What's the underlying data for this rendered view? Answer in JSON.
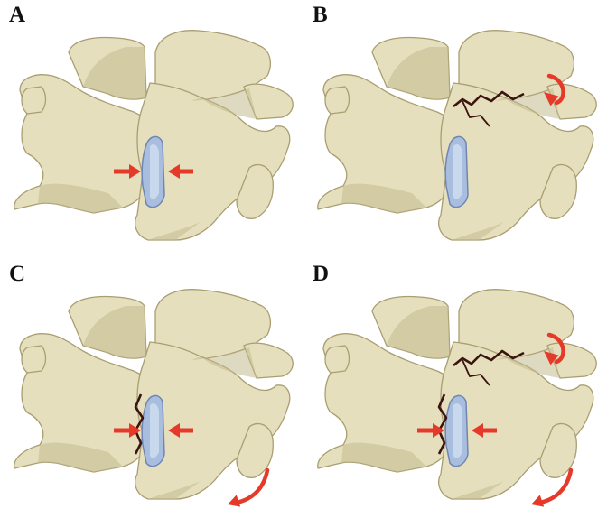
{
  "figure": {
    "panels": [
      {
        "label": "A",
        "disc": "intact",
        "crack_upper": false,
        "crack_lower": false,
        "compression_arrows": true,
        "rotation_arrow": "none"
      },
      {
        "label": "B",
        "disc": "intact",
        "crack_upper": true,
        "crack_lower": false,
        "compression_arrows": false,
        "rotation_arrow": "upper-right"
      },
      {
        "label": "C",
        "disc": "intact",
        "crack_upper": false,
        "crack_lower": true,
        "compression_arrows": true,
        "rotation_arrow": "lower-right"
      },
      {
        "label": "D",
        "disc": "intact",
        "crack_upper": true,
        "crack_lower": true,
        "compression_arrows": true,
        "rotation_arrow": "both"
      }
    ]
  },
  "colors": {
    "bone": "#e6dfbd",
    "bone_shadow": "#c2b98e",
    "bone_outline": "#a99e72",
    "disc": "#a9bedf",
    "disc_edge": "#6f86b4",
    "arrow": "#e53a2a",
    "crack": "#3a1410"
  }
}
